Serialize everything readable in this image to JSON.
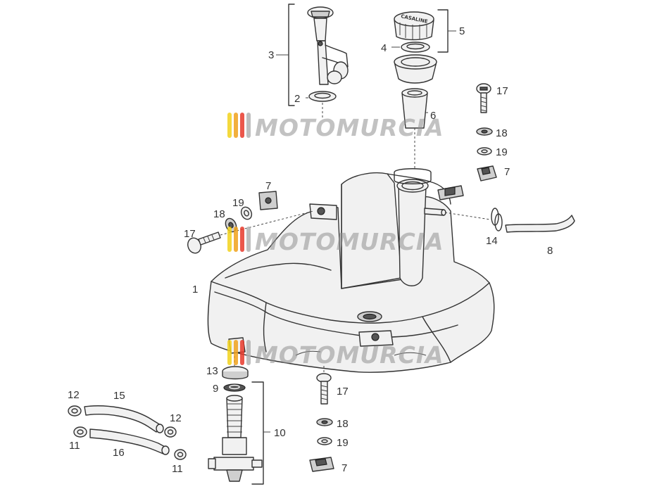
{
  "figure": {
    "watermark_text": "MOTOMURCIA",
    "watermark_colors": [
      "#f2d21b",
      "#f0a21c",
      "#e8392b",
      "#b2b2b2"
    ],
    "cap_stamp": "CASALINE"
  },
  "part_labels": [
    {
      "id": "1",
      "text": "1"
    },
    {
      "id": "2",
      "text": "2"
    },
    {
      "id": "3",
      "text": "3"
    },
    {
      "id": "4",
      "text": "4"
    },
    {
      "id": "5",
      "text": "5"
    },
    {
      "id": "6",
      "text": "6"
    },
    {
      "id": "7a",
      "text": "7"
    },
    {
      "id": "7b",
      "text": "7"
    },
    {
      "id": "7c",
      "text": "7"
    },
    {
      "id": "8",
      "text": "8"
    },
    {
      "id": "9",
      "text": "9"
    },
    {
      "id": "10",
      "text": "10"
    },
    {
      "id": "11a",
      "text": "11"
    },
    {
      "id": "11b",
      "text": "11"
    },
    {
      "id": "12a",
      "text": "12"
    },
    {
      "id": "12b",
      "text": "12"
    },
    {
      "id": "13",
      "text": "13"
    },
    {
      "id": "14",
      "text": "14"
    },
    {
      "id": "15",
      "text": "15"
    },
    {
      "id": "16",
      "text": "16"
    },
    {
      "id": "17a",
      "text": "17"
    },
    {
      "id": "17b",
      "text": "17"
    },
    {
      "id": "17c",
      "text": "17"
    },
    {
      "id": "18a",
      "text": "18"
    },
    {
      "id": "18b",
      "text": "18"
    },
    {
      "id": "18c",
      "text": "18"
    },
    {
      "id": "19a",
      "text": "19"
    },
    {
      "id": "19b",
      "text": "19"
    },
    {
      "id": "19c",
      "text": "19"
    }
  ]
}
